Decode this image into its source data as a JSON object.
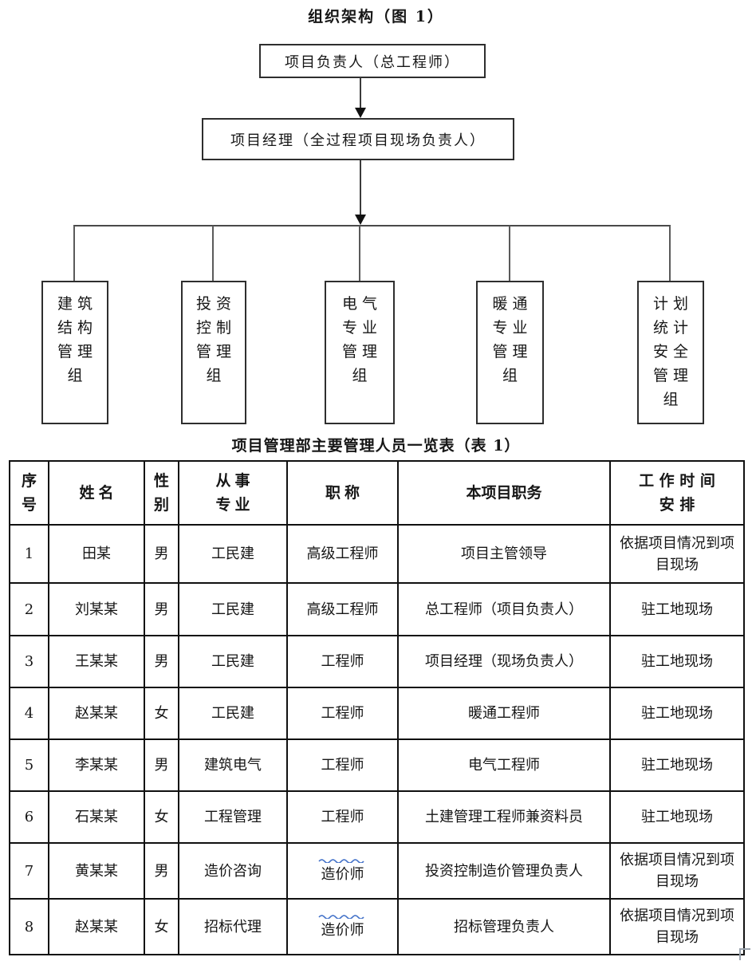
{
  "org_chart": {
    "title": "组织架构（图 1）",
    "level1": "项目负责人（总工程师）",
    "level2": "项目经理（全过程项目现场负责人）",
    "groups": [
      [
        "建筑",
        "结构",
        "管理",
        "组"
      ],
      [
        "投资",
        "控制",
        "管理",
        "组"
      ],
      [
        "电气",
        "专业",
        "管理",
        "组"
      ],
      [
        "暖通",
        "专业",
        "管理",
        "组"
      ],
      [
        "计划",
        "统计",
        "安全",
        "管理",
        "组"
      ]
    ]
  },
  "table": {
    "title": "项目管理部主要管理人员一览表（表 1）",
    "headers": [
      [
        "序",
        "号"
      ],
      [
        "姓名"
      ],
      [
        "性",
        "别"
      ],
      [
        "从事",
        "专业"
      ],
      [
        "职称"
      ],
      [
        "本项目职务"
      ],
      [
        "工 作 时 间",
        "安 排"
      ]
    ],
    "rows": [
      [
        "1",
        "田某",
        "男",
        "工民建",
        "高级工程师",
        "项目主管领导",
        "依据项目情况到项目现场"
      ],
      [
        "2",
        "刘某某",
        "男",
        "工民建",
        "高级工程师",
        "总工程师（项目负责人）",
        "驻工地现场"
      ],
      [
        "3",
        "王某某",
        "男",
        "工民建",
        "工程师",
        "项目经理（现场负责人）",
        "驻工地现场"
      ],
      [
        "4",
        "赵某某",
        "女",
        "工民建",
        "工程师",
        "暖通工程师",
        "驻工地现场"
      ],
      [
        "5",
        "李某某",
        "男",
        "建筑电气",
        "工程师",
        "电气工程师",
        "驻工地现场"
      ],
      [
        "6",
        "石某某",
        "女",
        "工程管理",
        "工程师",
        "土建管理工程师兼资料员",
        "驻工地现场"
      ],
      [
        "7",
        "黄某某",
        "男",
        "造价咨询",
        "造价师",
        "投资控制造价管理负责人",
        "依据项目情况到项目现场"
      ],
      [
        "8",
        "赵某某",
        "女",
        "招标代理",
        "造价师",
        "招标管理负责人",
        "依据项目情况到项目现场"
      ]
    ]
  },
  "colors": {
    "squiggle": "#4170c8",
    "border": "#101010"
  }
}
